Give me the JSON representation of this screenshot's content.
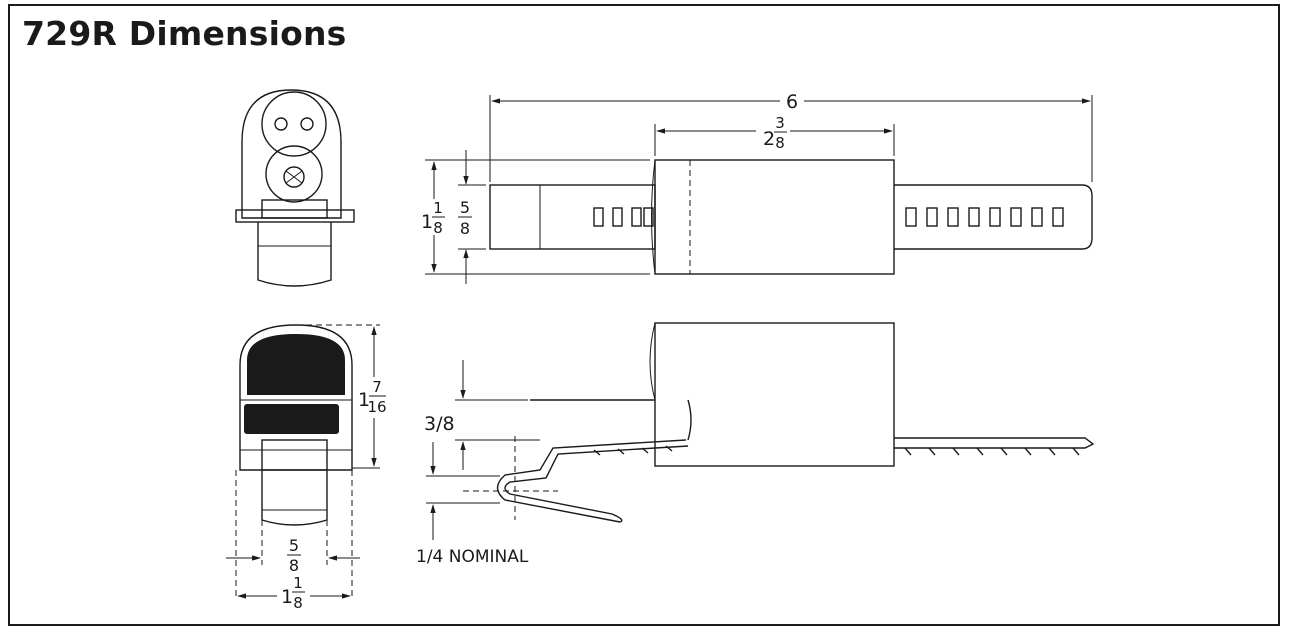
{
  "title": "729R Dimensions",
  "dimensions": {
    "overall_length": "6",
    "body_length_whole": "2",
    "body_length_num": "3",
    "body_length_den": "8",
    "body_height_whole": "1",
    "body_height_num": "1",
    "body_height_den": "8",
    "tail_height_num": "5",
    "tail_height_den": "8",
    "front_height_whole": "1",
    "front_height_num": "7",
    "front_height_den": "16",
    "clip_offset": "3/8",
    "clip_gap": "1/4 NOMINAL",
    "front_inner_width_num": "5",
    "front_inner_width_den": "8",
    "front_outer_width_whole": "1",
    "front_outer_width_num": "1",
    "front_outer_width_den": "8"
  }
}
